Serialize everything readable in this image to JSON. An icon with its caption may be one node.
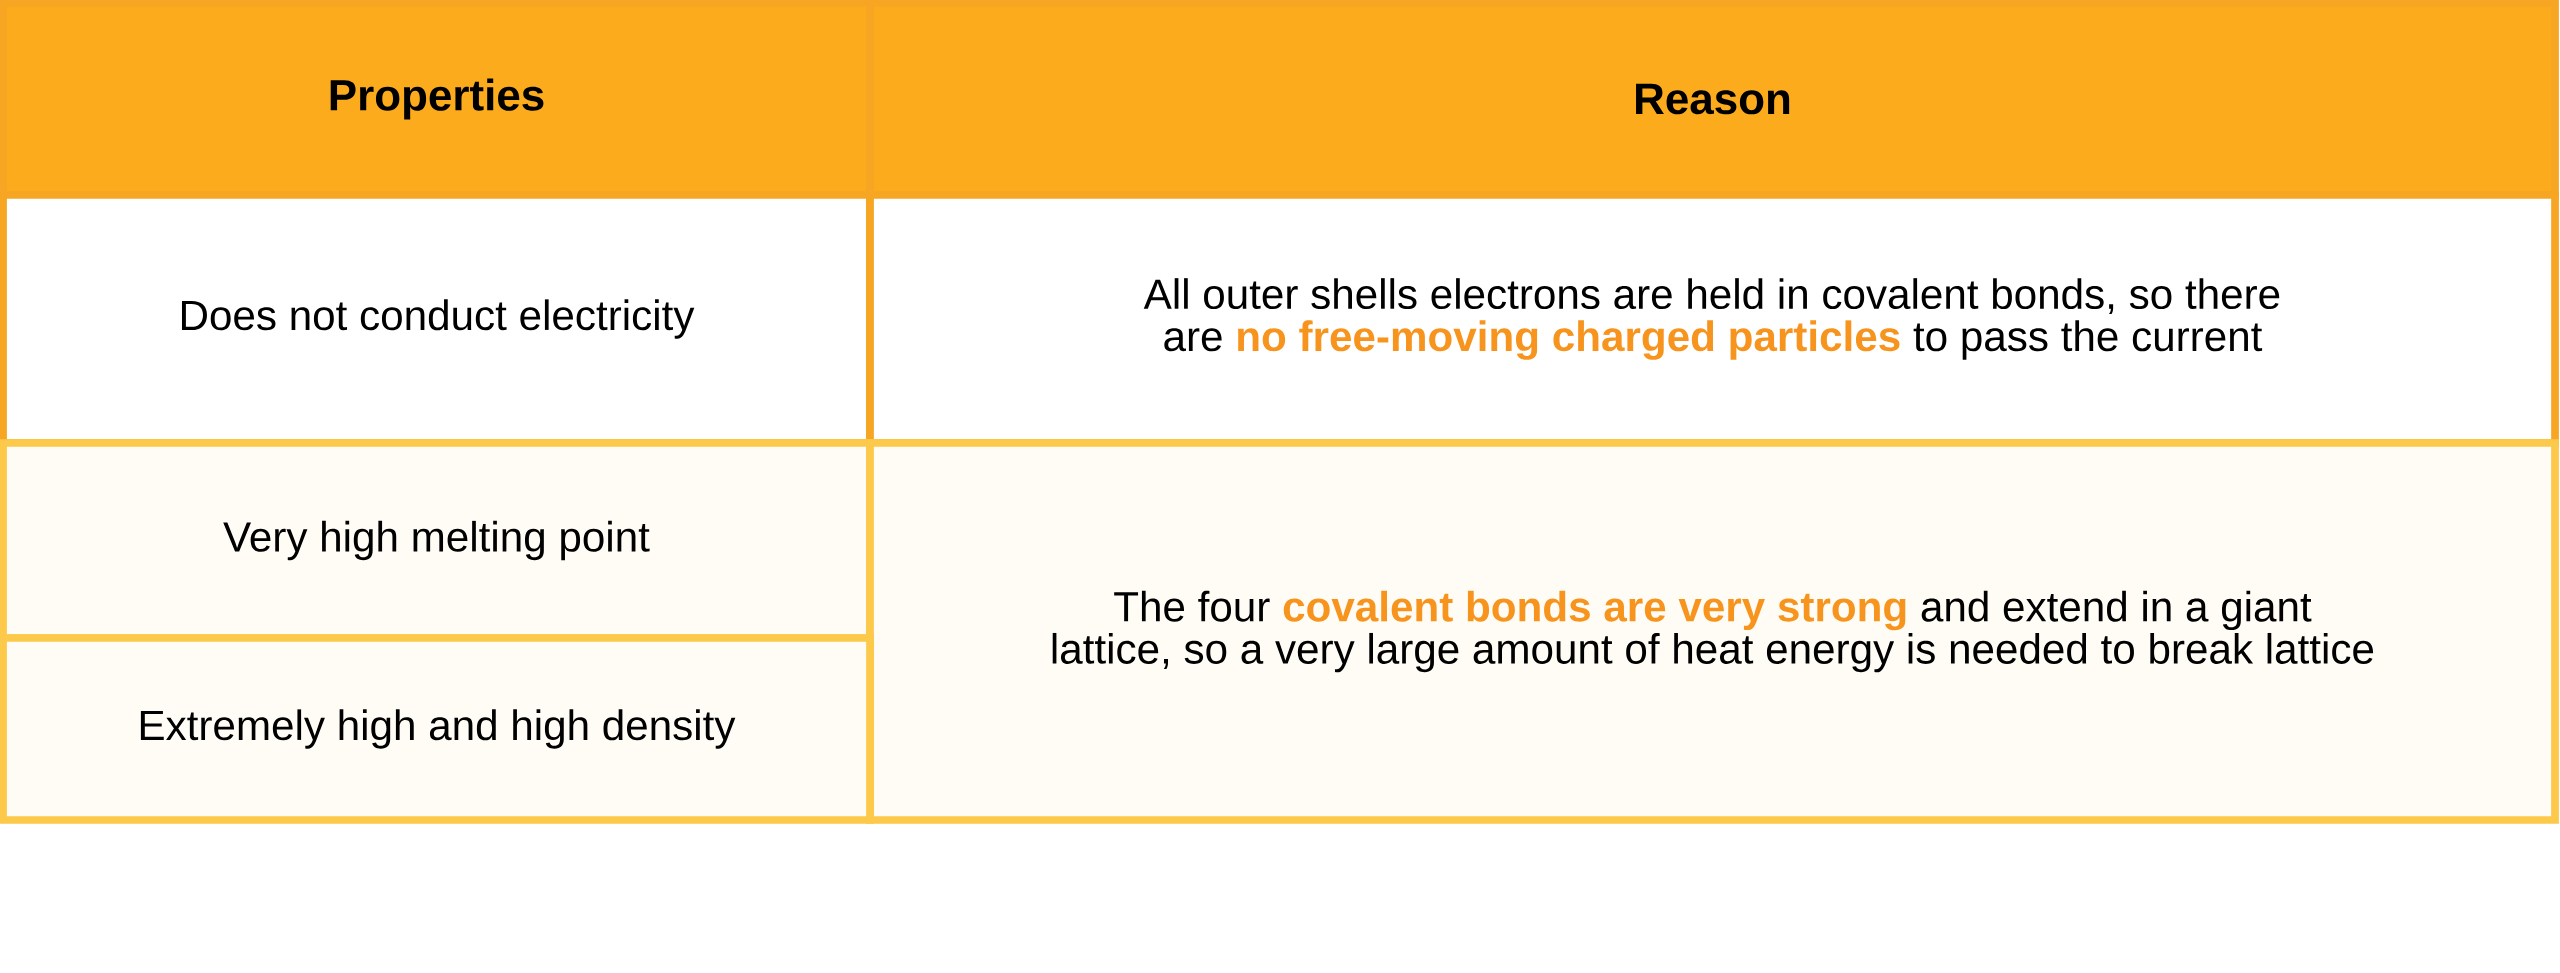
{
  "diagram": {
    "labels": [
      "Properties",
      "Reason",
      "Does not conduct electricity",
      "All outer shells electrons are held in covalent bonds, so there are **no free-moving charged particles** to pass the current",
      "Very high melting point",
      "The four **covalent bonds are very strong** and extend in a giant lattice, so a very large amount of heat energy is needed to break lattice",
      "Extremely high and high density"
    ]
  }
}
